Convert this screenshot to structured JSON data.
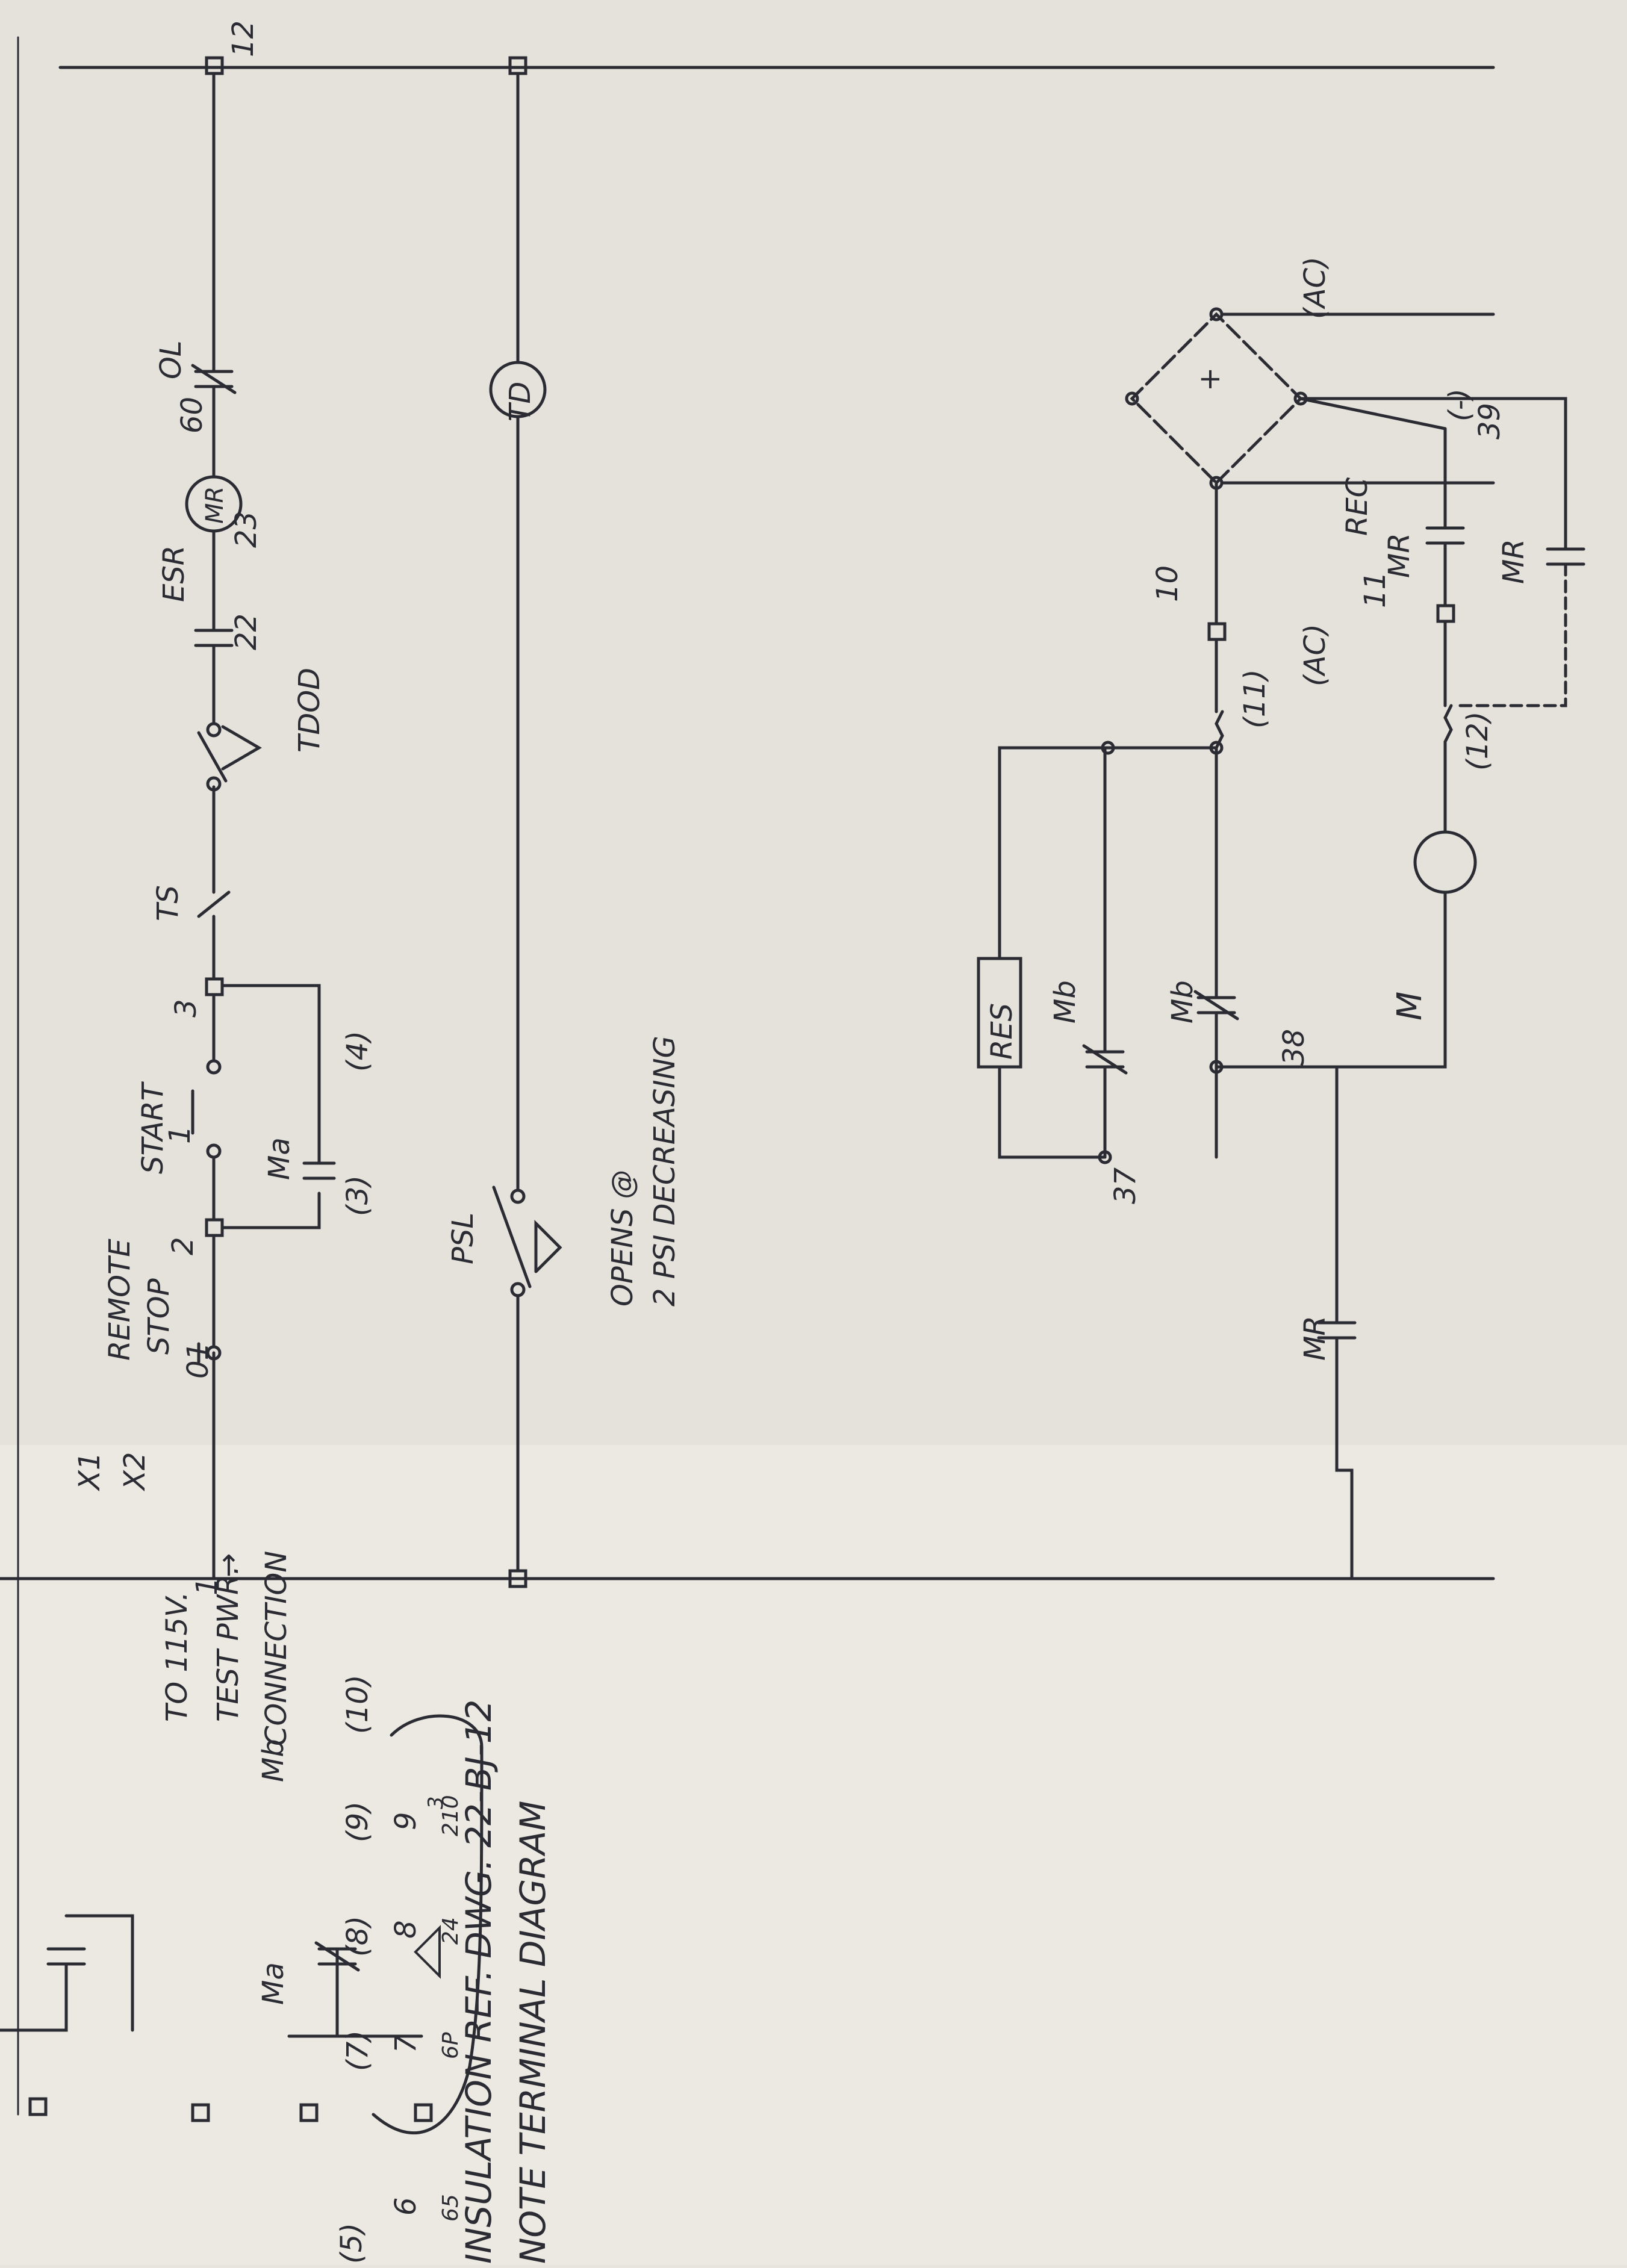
{
  "colors": {
    "paper": "#ebe9e1",
    "paper_shade": "#d9d7cf",
    "ink": "#2b2b33",
    "pencil": "#6a6a72"
  },
  "source": {
    "x1": "X1",
    "x2": "X2",
    "arrow": "→",
    "test_power_line1": "TO 115V.",
    "test_power_line2": "TEST PWR.",
    "test_power_line3": "CONNECTION"
  },
  "rung1": {
    "wire_left": "1",
    "wire_right": "12",
    "remote_label": "REMOTE",
    "stop_label": "STOP",
    "start_label": "START",
    "stop_terminal": "01",
    "term2": "2",
    "term1": "1",
    "term3": "3",
    "ma_contact": "Ma",
    "plug_3": "(3)",
    "plug_4": "(4)",
    "ts_label": "TS",
    "tdod_label": "TDOD",
    "wire_22": "22",
    "esr_label": "ESR",
    "wire_23": "23",
    "mr_coil": "MR",
    "wire_60": "60",
    "ol_label": "OL"
  },
  "rung2": {
    "psl_label": "PSL",
    "psl_note_line1": "OPENS @",
    "psl_note_line2": "2 PSI DECREASING",
    "td_coil": "TD"
  },
  "rung3": {
    "mr_contact": "MR",
    "wire_37": "37",
    "wire_38": "38",
    "res_label": "RES",
    "mb_upper": "Mb",
    "mb_lower": "Mb",
    "plug_11": "(11)",
    "wire_10": "10",
    "plug_12": "(12)",
    "wire_11": "11",
    "motor": "M",
    "ac_left": "(AC)",
    "ac_right": "(AC)",
    "rec_label": "REC",
    "plus_sign": "+",
    "minus_sign": "(-)",
    "mr_contact_a": "MR",
    "mr_contact_b": "MR",
    "wire_39": "39"
  },
  "interlock": {
    "ma_label": "Ma",
    "mb_label": "Mb",
    "plug_5": "(5)",
    "plug_7": "(7)",
    "plug_8": "(8)",
    "plug_9": "(9)",
    "plug_10": "(10)",
    "t6": "6",
    "t65": "65",
    "t7": "7",
    "t6p": "6P",
    "t8": "8",
    "t24": "24",
    "t9": "9",
    "t210": "210",
    "revision_mark": "3",
    "ref_note": "INSULATION REF. DWG. 22-BJ-12",
    "bottom_cut": "NOTE TERMINAL DIAGRAM"
  }
}
